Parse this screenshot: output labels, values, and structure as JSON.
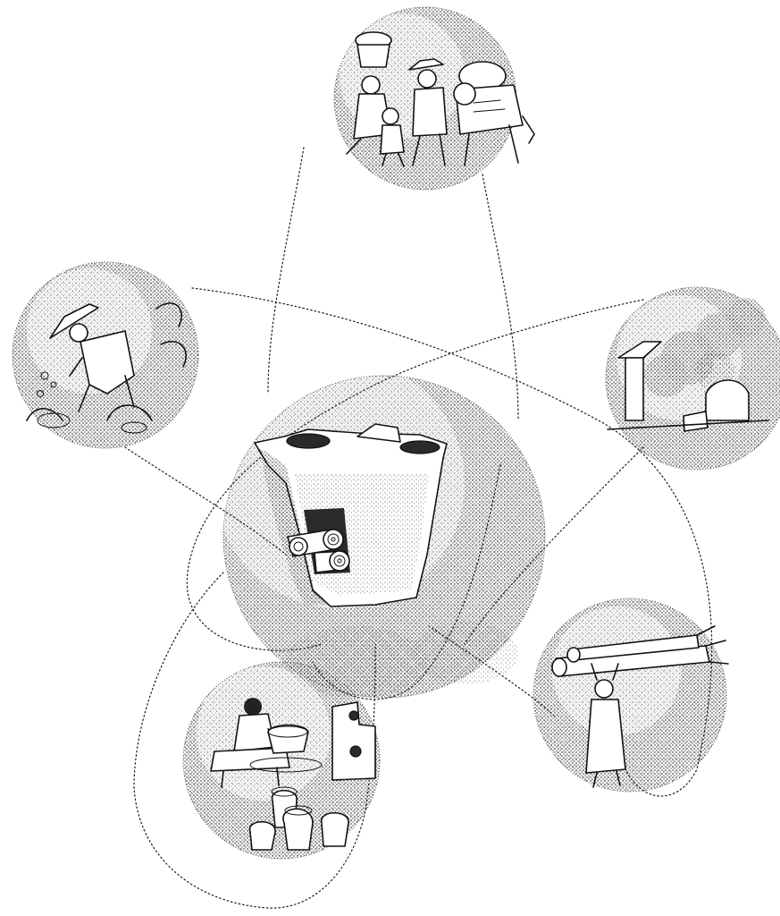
{
  "illustration": {
    "style": "stippled pen-and-ink",
    "colors": {
      "ink": "#111111",
      "paper": "#ffffff"
    },
    "center": {
      "subject": "clay-wood-burning-stove-with-logs"
    },
    "vignettes": [
      {
        "position": "top",
        "subject": "family-carrying-pots-and-donkey"
      },
      {
        "position": "left",
        "subject": "farmer-with-hat-gathering-crops"
      },
      {
        "position": "right",
        "subject": "smoke-over-village-houses"
      },
      {
        "position": "bottom-left",
        "subject": "potter-shaping-clay-pots"
      },
      {
        "position": "bottom-right",
        "subject": "woman-carrying-firewood-bundle"
      }
    ]
  }
}
